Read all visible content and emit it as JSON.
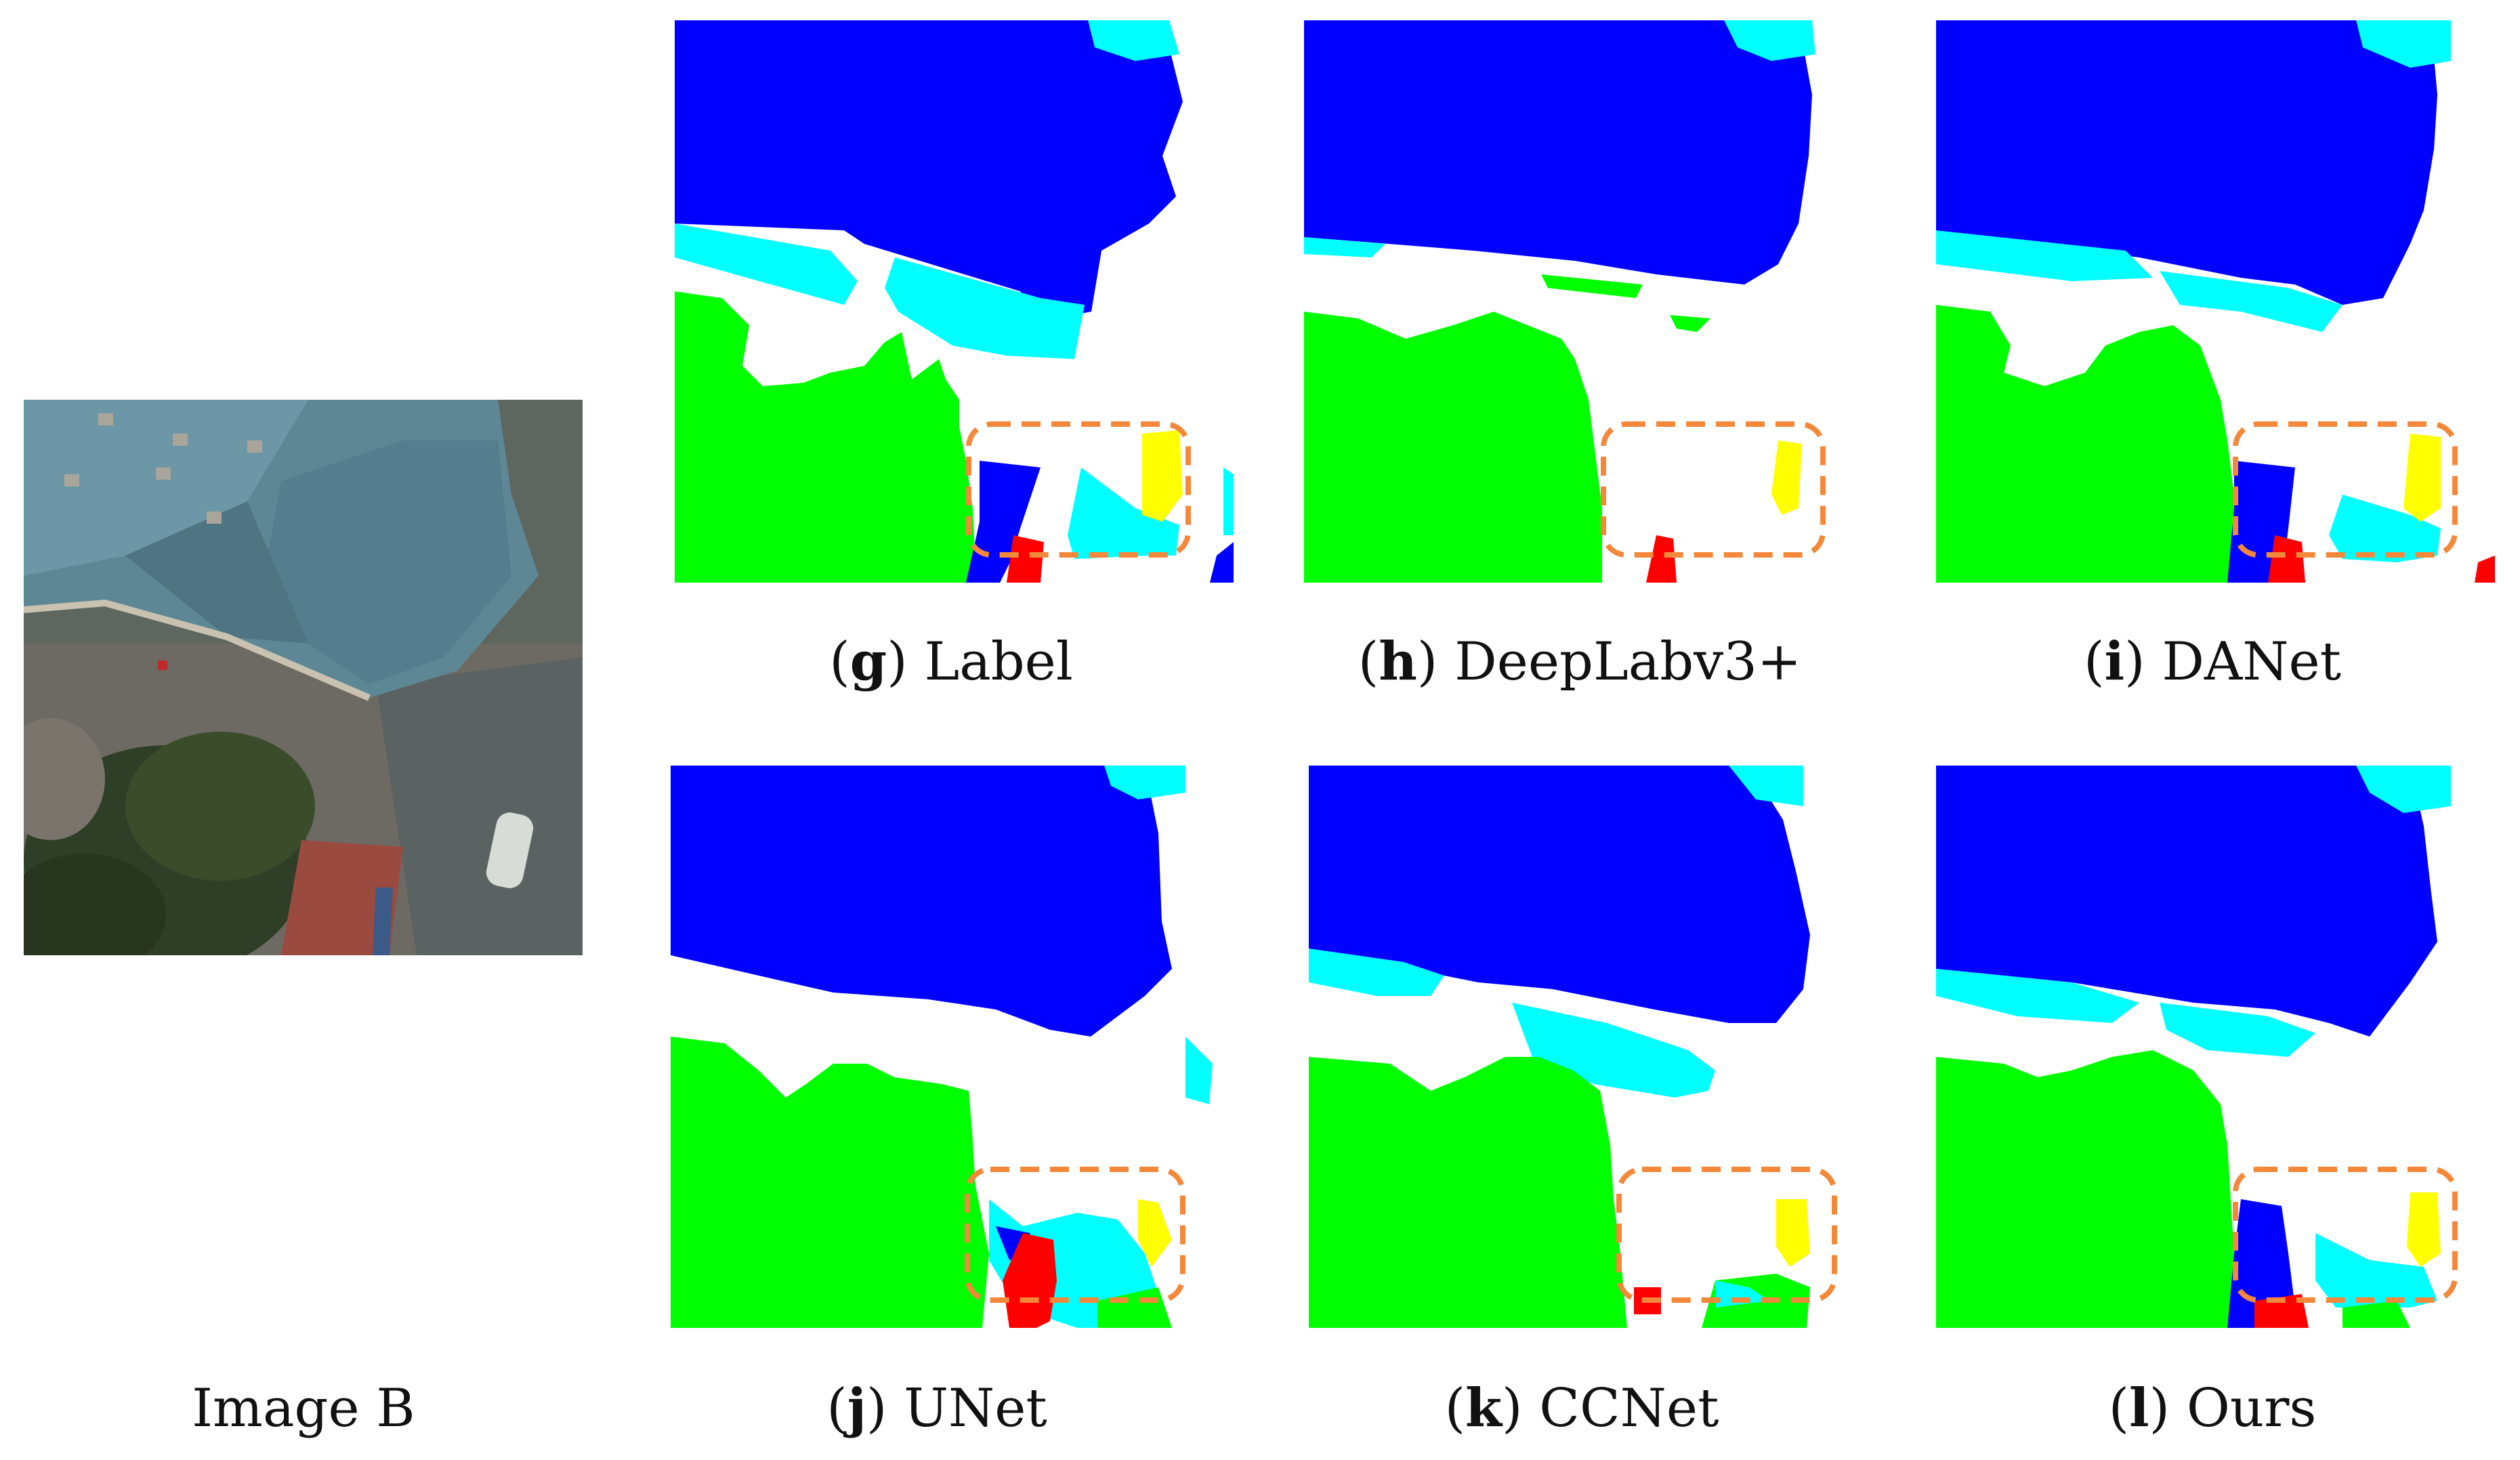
{
  "image_label": "Image B",
  "panels": [
    {
      "key": "g",
      "name": "Label"
    },
    {
      "key": "h",
      "name": "DeepLabv3+"
    },
    {
      "key": "i",
      "name": "DANet"
    },
    {
      "key": "j",
      "name": "UNet"
    },
    {
      "key": "k",
      "name": "CCNet"
    },
    {
      "key": "l",
      "name": "Ours"
    }
  ],
  "colors": {
    "building": "#0000ff",
    "low_vegetation": "#00ffff",
    "tree": "#00ff00",
    "car": "#ffff00",
    "clutter": "#ff0000",
    "impervious_surface": "#ffffff",
    "highlight_box": "#f4883a"
  }
}
